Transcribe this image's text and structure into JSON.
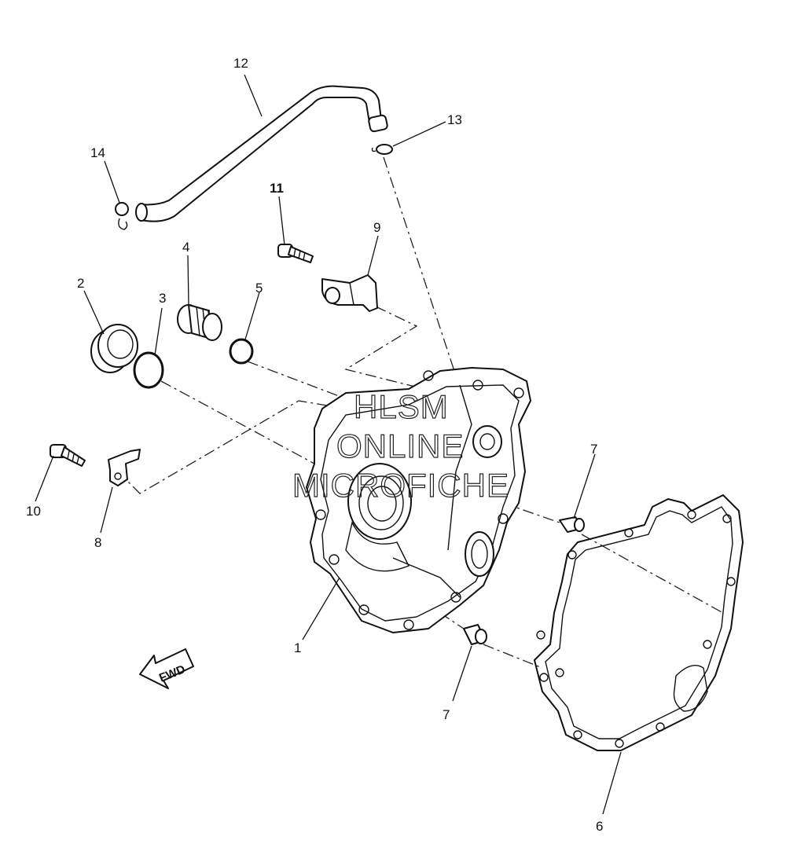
{
  "callouts": {
    "c1": "1",
    "c2": "2",
    "c3": "3",
    "c4": "4",
    "c5": "5",
    "c6": "6",
    "c7a": "7",
    "c7b": "7",
    "c8": "8",
    "c9": "9",
    "c10": "10",
    "c11": "11",
    "c12": "12",
    "c13": "13",
    "c14": "14"
  },
  "fwd_arrow": {
    "label": "FWD"
  },
  "watermark": {
    "line1": "HLSM",
    "line2": "ONLINE",
    "line3": "MICROFICHE"
  }
}
